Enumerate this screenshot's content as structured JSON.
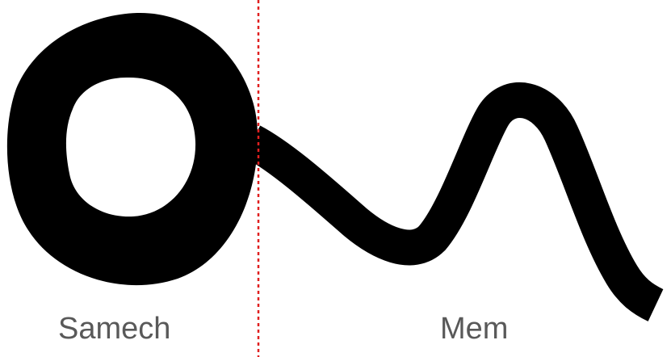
{
  "labels": {
    "left": "Samech",
    "right": "Mem"
  },
  "glyphs": {
    "left": "samech-ring",
    "right": "mem-wave"
  },
  "colors": {
    "glyph": "#000000",
    "divider": "#e02020",
    "label": "#595959",
    "background": "#ffffff"
  }
}
